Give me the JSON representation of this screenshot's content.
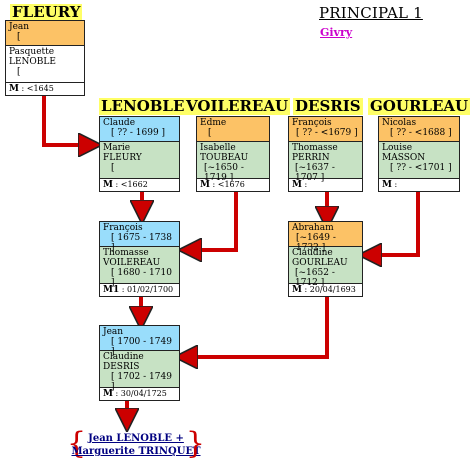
{
  "header": {
    "title": "PRINCIPAL 1",
    "place": "Givry"
  },
  "families": {
    "fleury": "FLEURY",
    "lenoble": "LENOBLE",
    "voilereau": "VOILEREAU",
    "desris": "DESRIS",
    "gourleau": "GOURLEAU"
  },
  "couples": {
    "fleury": {
      "husband": {
        "name": "Jean",
        "dates": "["
      },
      "wife": {
        "name": "Pasquette LENOBLE",
        "dates": "["
      },
      "m_label": "M",
      "m_date": " : <1645"
    },
    "lenoble": {
      "husband": {
        "name": "Claude",
        "dates": "[ ?? - 1699 ]"
      },
      "wife": {
        "name": "Marie FLEURY",
        "dates": "["
      },
      "m_label": "M",
      "m_date": " : <1662"
    },
    "voilereau": {
      "husband": {
        "name": "Edme",
        "dates": "["
      },
      "wife": {
        "name": "Isabelle TOUBEAU",
        "dates": "[~1650 - 1719 ]"
      },
      "m_label": "M",
      "m_date": " : <1676"
    },
    "desris": {
      "husband": {
        "name": "François",
        "dates": "[ ?? - <1679 ]"
      },
      "wife": {
        "name": "Thomasse PERRIN",
        "dates": "[~1637 - 1707 ]"
      },
      "m_label": "M",
      "m_date": " :"
    },
    "gourleau": {
      "husband": {
        "name": "Nicolas",
        "dates": "[ ?? - <1688 ]"
      },
      "wife": {
        "name": "Louise MASSON",
        "dates": "[ ?? - <1701 ]"
      },
      "m_label": "M",
      "m_date": " :"
    },
    "francois": {
      "husband": {
        "name": "François",
        "dates": "[ 1675 - 1738 ]"
      },
      "wife": {
        "name": "Thomasse VOILEREAU",
        "dates": "[ 1680 - 1710 ]"
      },
      "m_label": "M1",
      "m_date": " : 01/02/1700"
    },
    "abraham": {
      "husband": {
        "name": "Abraham",
        "dates": "[~1649 - 1732 ]"
      },
      "wife": {
        "name": "Claudine GOURLEAU",
        "dates": "[~1652 - 1712 ]"
      },
      "m_label": "M",
      "m_date": " : 20/04/1693"
    },
    "jean": {
      "husband": {
        "name": "Jean",
        "dates": "[ 1700 - 1749 ]"
      },
      "wife": {
        "name": "Claudine DESRIS",
        "dates": "[ 1702 - 1749 ]"
      },
      "m_label": "M",
      "m_date": " : 30/04/1725"
    }
  },
  "descendant": {
    "line1": "Jean LENOBLE +",
    "line2": "Marguerite TRINQUET"
  },
  "colors": {
    "arrow": "#cc0000",
    "highlight": "#ffff66",
    "husband_orange": "#fcc266",
    "husband_blue": "#99ddfb",
    "wife_green": "#c7e2c4",
    "link": "#000080",
    "place": "#cc00cc"
  }
}
